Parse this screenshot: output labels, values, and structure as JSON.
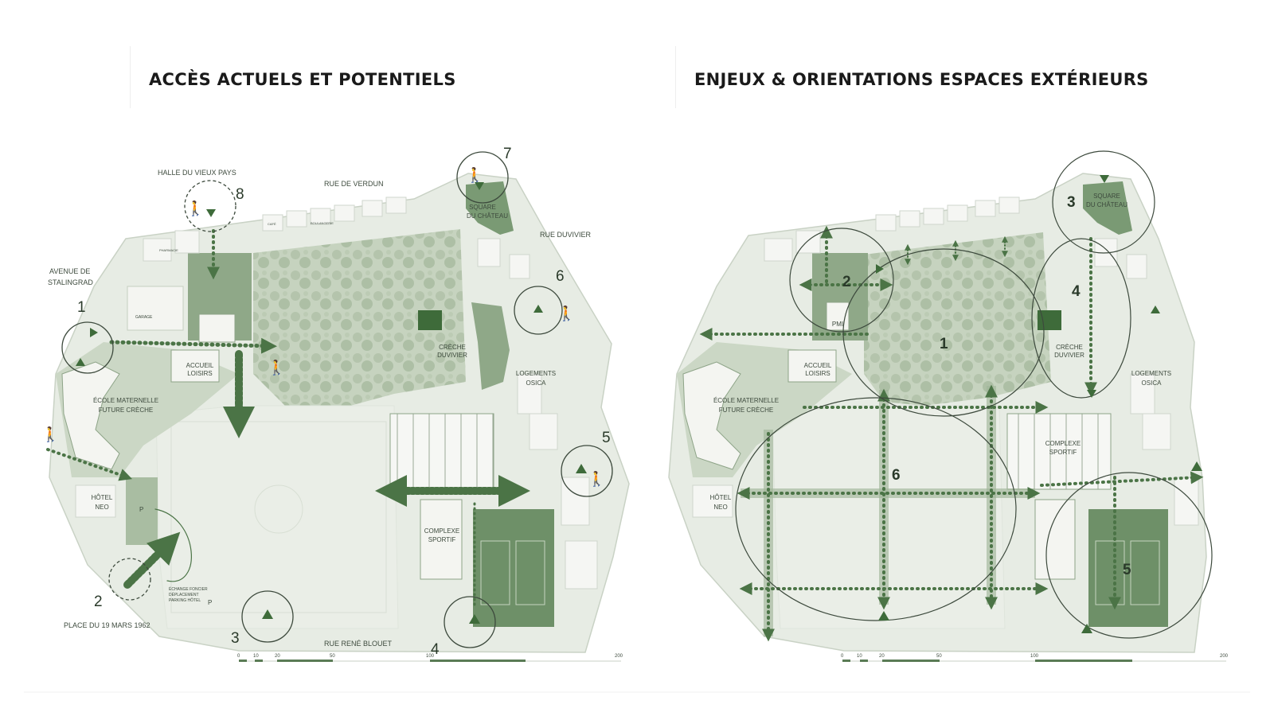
{
  "left_panel": {
    "title": "ACCÈS ACTUELS ET POTENTIELS",
    "labels": {
      "halle": "HALLE DU VIEUX PAYS",
      "verdun": "RUE DE VERDUN",
      "square_1": "SQUARE",
      "square_2": "DU CHÂTEAU",
      "duvivier": "RUE DUVIVIER",
      "stalingrad_1": "AVENUE DE",
      "stalingrad_2": "STALINGRAD",
      "garage": "GARAGE",
      "accueil_1": "ACCUEIL",
      "accueil_2": "LOISIRS",
      "creche_1": "CRÈCHE",
      "creche_2": "DUVIVIER",
      "logements_1": "LOGEMENTS",
      "logements_2": "OSICA",
      "ecole_1": "ÉCOLE MATERNELLE",
      "ecole_2": "FUTURE CRÈCHE",
      "hotel_1": "HÔTEL",
      "hotel_2": "NEO",
      "complexe_1": "COMPLEXE",
      "complexe_2": "SPORTIF",
      "echange_1": "ÉCHANGE FONCIER",
      "echange_2": "DÉPLACEMENT",
      "echange_3": "PARKING HÔTEL",
      "place": "PLACE DU 19 MARS 1962",
      "blouet": "RUE RENÉ BLOUET",
      "parking": "P",
      "pharmacie": "PHARMACIE",
      "boulangerie": "BOULANGERIE",
      "cafe": "CAFÉ"
    },
    "numbers": [
      "1",
      "2",
      "3",
      "4",
      "5",
      "6",
      "7",
      "8"
    ],
    "scale": [
      "0",
      "10",
      "20",
      "50",
      "100",
      "200"
    ]
  },
  "right_panel": {
    "title": "ENJEUX & ORIENTATIONS ESPACES EXTÉRIEURS",
    "labels": {
      "square_1": "SQUARE",
      "square_2": "DU CHÂTEAU",
      "pmi": "PMI",
      "accueil_1": "ACCUEIL",
      "accueil_2": "LOISIRS",
      "creche_1": "CRÈCHE",
      "creche_2": "DUVIVIER",
      "logements_1": "LOGEMENTS",
      "logements_2": "OSICA",
      "ecole_1": "ÉCOLE MATERNELLE",
      "ecole_2": "FUTURE CRÈCHE",
      "hotel_1": "HÔTEL",
      "hotel_2": "NEO",
      "complexe_1": "COMPLEXE",
      "complexe_2": "SPORTIF"
    },
    "numbers": [
      "1",
      "2",
      "3",
      "4",
      "5",
      "6"
    ],
    "scale": [
      "0",
      "10",
      "20",
      "50",
      "100",
      "200"
    ]
  },
  "colors": {
    "site": "#e6ebe3",
    "plot": "#d7e0d2",
    "park": "#c3d0bb",
    "building": "#f4f5f1",
    "dark_green": "#3e6b3a",
    "mid_green": "#6e9068",
    "light_green": "#a9bda2",
    "arrow": "#4b7446"
  }
}
